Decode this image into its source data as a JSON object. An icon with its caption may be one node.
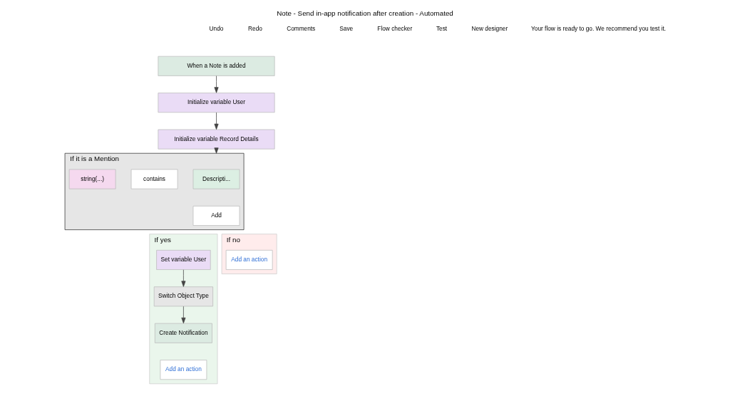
{
  "diagram": {
    "title": "Note - Send in-app notification after creation - Automated",
    "nodes": [
      {
        "text": [
          "When a Note is added"
        ]
      },
      {
        "text": [
          "Initialize variable User"
        ]
      },
      {
        "text": [
          "Initialize variable Record Details"
        ]
      },
      {
        "text": [
          "If it is a Mention"
        ]
      },
      {
        "text": [
          "Descripti..."
        ],
        "in": 3
      },
      {
        "text": [
          "contains"
        ],
        "in": 3
      },
      {
        "text": [
          "string(...)"
        ],
        "in": 3
      },
      {
        "text": [
          "Add"
        ],
        "in": 3
      },
      {
        "text": [
          "If yes"
        ]
      },
      {
        "text": [
          "Set variable User"
        ],
        "in": 8
      },
      {
        "text": [
          "Switch Object Type"
        ],
        "in": 8
      },
      {
        "text": [
          "Create Notification"
        ],
        "in": 8
      },
      {
        "text": [
          "Add an action"
        ],
        "in": 8
      },
      {
        "text": [
          "If no"
        ]
      },
      {
        "text": [
          "Add an action"
        ],
        "in": 13
      }
    ],
    "edges": [
      {
        "from": 0,
        "to": 1,
        "arrow": "to"
      },
      {
        "from": 1,
        "to": 2,
        "arrow": "to"
      },
      {
        "from": 2,
        "to": 3,
        "arrow": "to"
      },
      {
        "from": 9,
        "to": 10,
        "arrow": "to"
      },
      {
        "from": 10,
        "to": 11,
        "arrow": "to"
      }
    ],
    "labels": [
      "Undo",
      "Redo",
      "Comments",
      "Save",
      "Flow checker",
      "Test",
      "New designer",
      "Your flow is ready to go. We recommend you test it."
    ]
  }
}
